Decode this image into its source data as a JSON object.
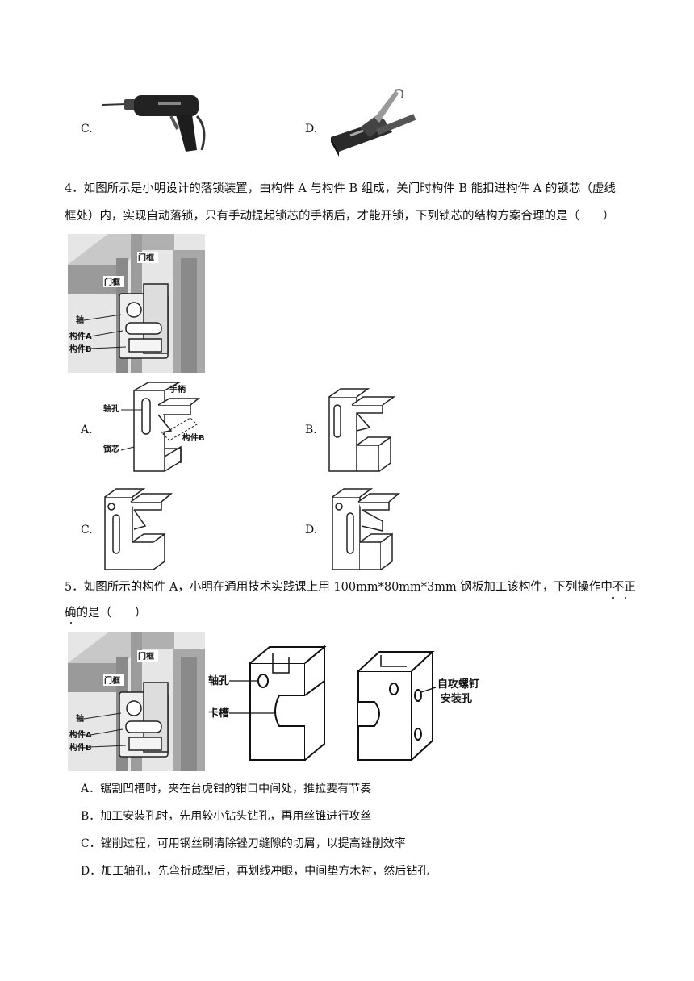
{
  "q3_options": {
    "c_label": "C.",
    "d_label": "D."
  },
  "q4": {
    "line1": "4．如图所示是小明设计的落锁装置，由构件 A 与构件 B 组成，关门时构件 B 能扣进构件 A 的锁芯（虚线",
    "line2": "框处）内，实现自动落锁，只有手动提起锁芯的手柄后，才能开锁，下列锁芯的结构方案合理的是（　　）",
    "figure_labels": {
      "frame_top": "门框",
      "frame_left": "门框",
      "shaft": "轴",
      "part_a": "构件A",
      "part_b": "构件B"
    },
    "option_a_labels": {
      "handle": "手柄",
      "shaft_hole": "轴孔",
      "part_b": "构件B",
      "core": "锁芯"
    },
    "options": {
      "a": "A.",
      "b": "B.",
      "c": "C.",
      "d": "D."
    }
  },
  "q5": {
    "line1": "5．如图所示的构件 A，小明在通用技术实践课上用 100mm*80mm*3mm 钢板加工该构件，下列操作中不正",
    "line2": "确的是（　　）",
    "figure_labels": {
      "frame_top": "门框",
      "frame_left": "门框",
      "shaft": "轴",
      "part_a": "构件A",
      "part_b": "构件B",
      "shaft_hole": "轴孔",
      "slot": "卡槽",
      "screw_hole_1": "自攻螺钉",
      "screw_hole_2": "安装孔"
    },
    "answers": {
      "a": "A．锯割凹槽时，夹在台虎钳的钳口中间处，推拉要有节奏",
      "b": "B．加工安装孔时，先用较小钻头钻孔，再用丝锥进行攻丝",
      "c": "C．锉削过程，可用钢丝刷清除锉刀缝隙的切屑，以提高锉削效率",
      "d": "D．加工轴孔，先弯折成型后，再划线冲眼，中间垫方木衬，然后钻孔"
    }
  },
  "icons": {
    "drill": "electric-drill-icon",
    "plane": "hand-plane-icon"
  }
}
